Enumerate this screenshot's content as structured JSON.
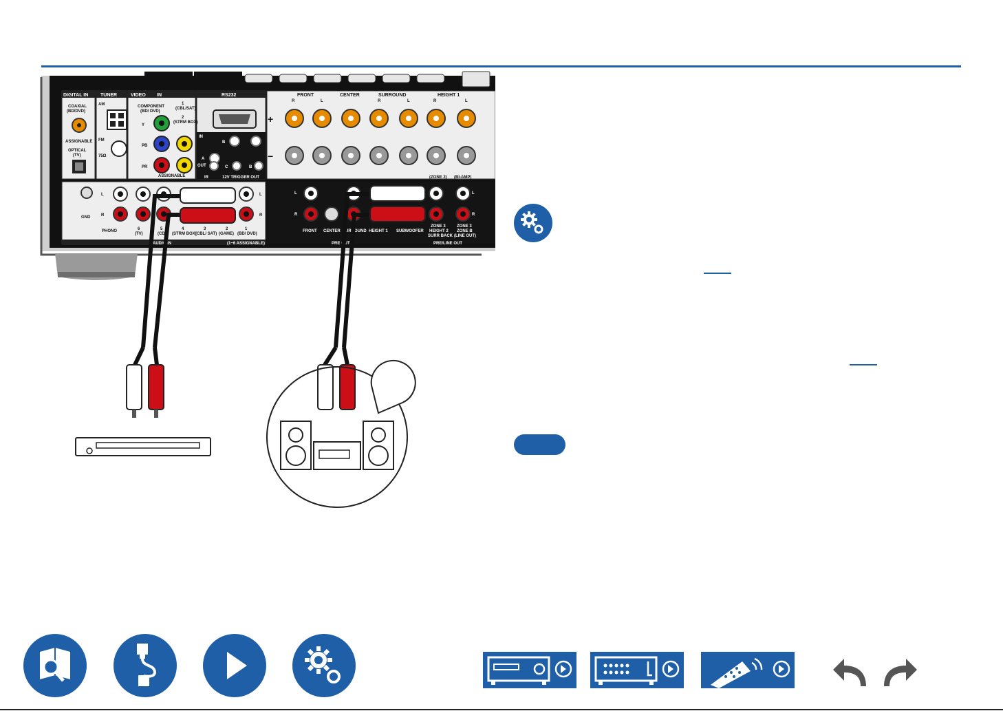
{
  "colors": {
    "accent": "#1e5fa8",
    "panel": "#141414",
    "cable_red": "#cc0e16",
    "jack_orange": "#e68a00"
  },
  "panel": {
    "section_labels": [
      "DIGITAL IN",
      "TUNER",
      "VIDEO",
      "IN",
      "RS232",
      "FRONT",
      "CENTER",
      "SURROUND",
      "HEIGHT 1"
    ],
    "digital_in": [
      "COAXIAL",
      "(BD/DVD)",
      "ASSIGNABLE",
      "OPTICAL",
      "(TV)"
    ],
    "tuner": [
      "AM",
      "FM",
      "75Ω"
    ],
    "component": [
      "COMPONENT",
      "(BD/ DVD)",
      "Y",
      "PB",
      "PR"
    ],
    "video_in": [
      "1",
      "(CBL/SAT)",
      "2",
      "(STRM BOX)",
      "ASSIGNABLE"
    ],
    "ir_trigger": [
      "IN",
      "A",
      "B",
      "OUT",
      "C",
      "B",
      "IR",
      "12V TRIGGER OUT"
    ],
    "speaker_sub": [
      "R",
      "L",
      "R",
      "L",
      "R",
      "L",
      "(ZONE 2)",
      "(BI-AMP)"
    ],
    "audio_in": [
      "L",
      "R",
      "GND",
      "PHONO",
      "6",
      "(TV)",
      "5",
      "(CD)",
      "4",
      "(STRM BOX)",
      "3",
      "(CBL/ SAT)",
      "2",
      "(GAME)",
      "1",
      "(BD/ DVD)",
      "AUDIO IN",
      "(1~6 ASSIGNABLE)"
    ],
    "pre_out": [
      "L",
      "R",
      "FRONT",
      "CENTER",
      "SURROUND",
      "HEIGHT 1",
      "SUBWOOFER",
      "PRE OUT"
    ],
    "pre_line_out": [
      "ZONE 3",
      "HEIGHT 2",
      "SURR BACK",
      "ZONE 3",
      "ZONE B",
      "(LINE OUT)",
      "L",
      "R",
      "PRE/LINE OUT"
    ]
  },
  "bottom_nav": {
    "left": [
      {
        "icon": "manual-search-icon"
      },
      {
        "icon": "connection-cable-icon"
      },
      {
        "icon": "playback-icon"
      },
      {
        "icon": "setup-gear-icon"
      }
    ],
    "right": [
      {
        "icon": "front-panel-icon"
      },
      {
        "icon": "rear-panel-icon"
      },
      {
        "icon": "remote-controller-icon"
      },
      {
        "icon": "back-arrow-icon"
      },
      {
        "icon": "forward-arrow-icon"
      }
    ]
  }
}
